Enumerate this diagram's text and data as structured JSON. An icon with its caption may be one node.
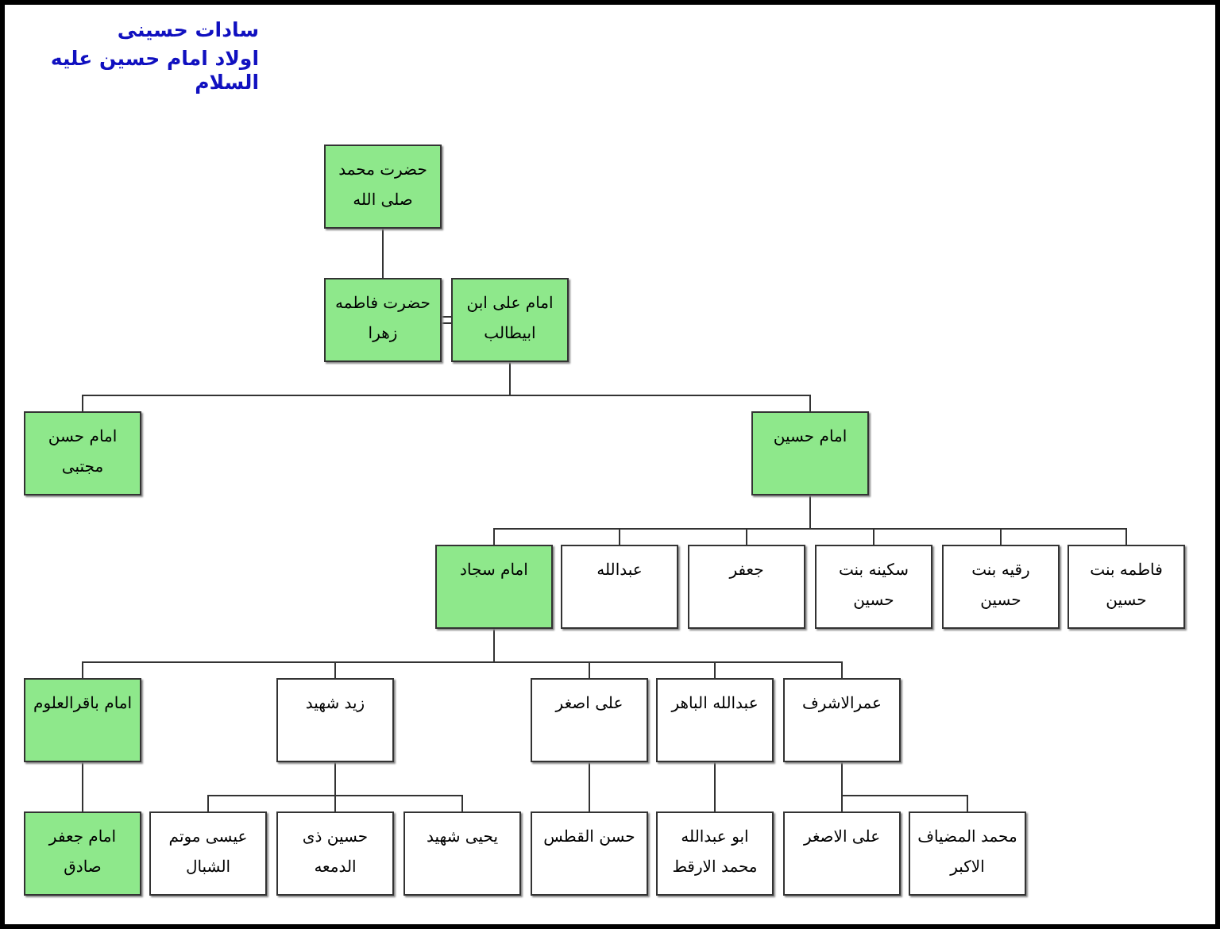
{
  "diagram": {
    "title": "سادات حسینی",
    "labels": [
      "اولاد امام حسین علیه السلام"
    ],
    "nodes": [
      {
        "text": [
          "حضرت محمد صلی الله"
        ]
      },
      {
        "text": [
          "حضرت فاطمه زهرا"
        ]
      },
      {
        "text": [
          "امام علی ابن ابیطالب"
        ]
      },
      {
        "text": [
          "امام حسن مجتبی"
        ]
      },
      {
        "text": [
          "امام حسین"
        ]
      },
      {
        "text": [
          "امام سجاد"
        ]
      },
      {
        "text": [
          "عبدالله"
        ]
      },
      {
        "text": [
          "جعفر"
        ]
      },
      {
        "text": [
          "سکینه بنت حسین"
        ]
      },
      {
        "text": [
          "رقیه بنت حسین"
        ]
      },
      {
        "text": [
          "فاطمه بنت حسین"
        ]
      },
      {
        "text": [
          "امام باقرالعلوم"
        ]
      },
      {
        "text": [
          "زید شهید"
        ]
      },
      {
        "text": [
          "علی اصغر"
        ]
      },
      {
        "text": [
          "عبدالله الباهر"
        ]
      },
      {
        "text": [
          "عمرالاشرف"
        ]
      },
      {
        "text": [
          "امام جعفر صادق"
        ]
      },
      {
        "text": [
          "عیسی موتم الشبال"
        ]
      },
      {
        "text": [
          "حسین ذی الدمعه"
        ]
      },
      {
        "text": [
          "یحیی شهید"
        ]
      },
      {
        "text": [
          "حسن القطس"
        ]
      },
      {
        "text": [
          "ابو عبدالله محمد الارقط"
        ]
      },
      {
        "text": [
          "علی الاصغر"
        ]
      },
      {
        "text": [
          "محمد المضیاف الاکبر"
        ]
      }
    ],
    "edges": [
      {
        "from": 0,
        "to": 1,
        "arrow": "none"
      },
      {
        "from": 1,
        "to": 2,
        "arrow": "none"
      },
      {
        "from": 2,
        "to": 3,
        "arrow": "none"
      },
      {
        "from": 2,
        "to": 4,
        "arrow": "none"
      },
      {
        "from": 4,
        "to": 5,
        "arrow": "none"
      },
      {
        "from": 4,
        "to": 6,
        "arrow": "none"
      },
      {
        "from": 4,
        "to": 7,
        "arrow": "none"
      },
      {
        "from": 4,
        "to": 8,
        "arrow": "none"
      },
      {
        "from": 4,
        "to": 9,
        "arrow": "none"
      },
      {
        "from": 4,
        "to": 10,
        "arrow": "none"
      },
      {
        "from": 5,
        "to": 11,
        "arrow": "none"
      },
      {
        "from": 5,
        "to": 12,
        "arrow": "none"
      },
      {
        "from": 5,
        "to": 13,
        "arrow": "none"
      },
      {
        "from": 5,
        "to": 14,
        "arrow": "none"
      },
      {
        "from": 5,
        "to": 15,
        "arrow": "none"
      },
      {
        "from": 11,
        "to": 16,
        "arrow": "none"
      },
      {
        "from": 12,
        "to": 17,
        "arrow": "none"
      },
      {
        "from": 12,
        "to": 18,
        "arrow": "none"
      },
      {
        "from": 12,
        "to": 19,
        "arrow": "none"
      },
      {
        "from": 13,
        "to": 20,
        "arrow": "none"
      },
      {
        "from": 14,
        "to": 21,
        "arrow": "none"
      },
      {
        "from": 15,
        "to": 22,
        "arrow": "none"
      },
      {
        "from": 15,
        "to": 23,
        "arrow": "none"
      }
    ]
  }
}
